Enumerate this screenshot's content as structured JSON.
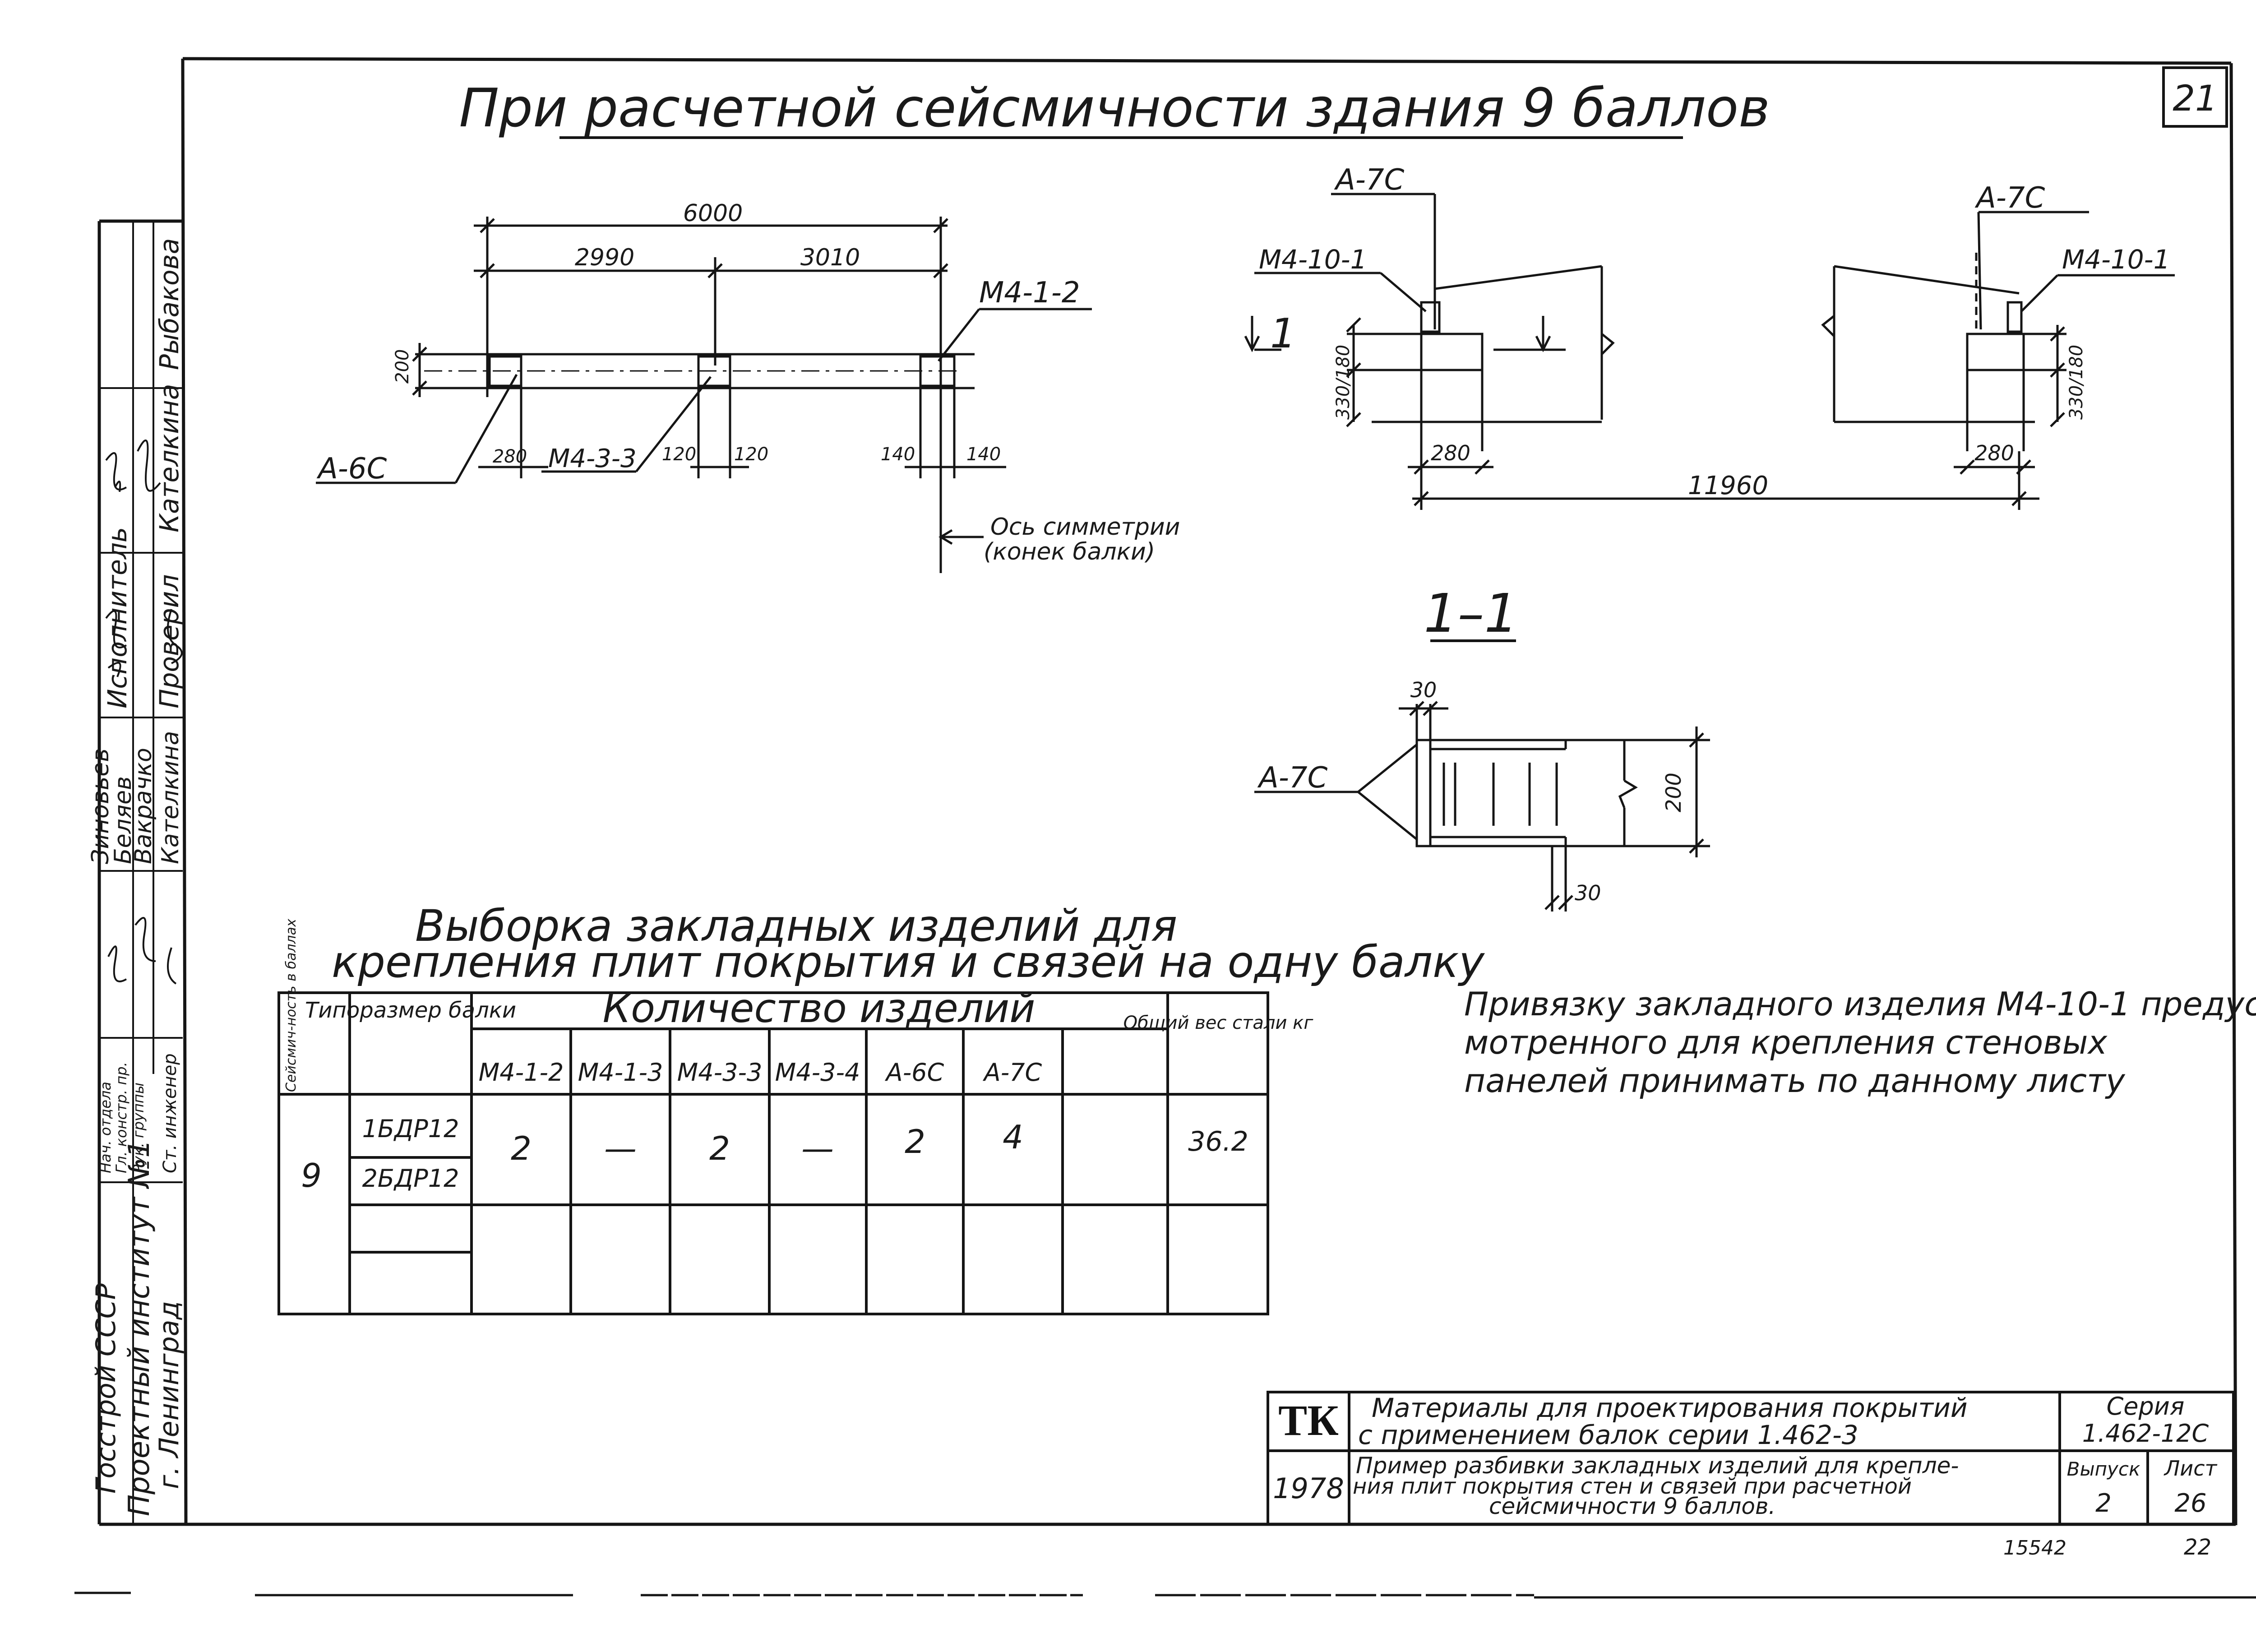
{
  "sheet_number": "21",
  "title": "При расчетной сейсмичности здания 9 баллов",
  "plan": {
    "dim_total": "6000",
    "dim_left": "2990",
    "dim_right": "3010",
    "dim_height": "200",
    "dim_280": "280",
    "dim_120a": "120",
    "dim_120b": "120",
    "dim_140a": "140",
    "dim_140b": "140",
    "label_m412": "М4-1-2",
    "label_a6c": "А-6С",
    "label_m433": "М4-3-3",
    "axis_line1": "Ось симметрии",
    "axis_line2": "(конек балки)"
  },
  "elevation": {
    "label_a7c_left": "А-7С",
    "label_a7c_right": "А-7С",
    "label_m4101_left": "М4-10-1",
    "label_m4101_right": "М4-10-1",
    "section_mark": "1",
    "dim_left_vert": "330/180",
    "dim_right_vert": "330/180",
    "dim_280_left": "280",
    "dim_280_right": "280",
    "dim_span": "11960"
  },
  "section": {
    "title": "1–1",
    "dim_30_top": "30",
    "dim_30_bottom": "30",
    "dim_200": "200",
    "label_a7c": "А-7С"
  },
  "note": [
    "Привязку закладного изделия М4-10-1 предус-",
    "мотренного для крепления стеновых",
    "панелей принимать по данному листу"
  ],
  "table": {
    "title_line1": "Выборка закладных изделий для",
    "title_line2": "крепления плит покрытия и связей на одну балку",
    "col_seismic": "Сейсмич-ность в баллах",
    "col_type": "Типоразмер балки",
    "col_qty_group": "Количество изделий",
    "cols": [
      "М4-1-2",
      "М4-1-3",
      "М4-3-3",
      "М4-3-4",
      "А-6С",
      "А-7С"
    ],
    "col_weight": "Общий вес стали кг",
    "row_seismic": "9",
    "row_types": [
      "1БДР12",
      "2БДР12"
    ],
    "row_values": [
      "2",
      "—",
      "2",
      "—",
      "2",
      "4"
    ],
    "row_weight": "36.2"
  },
  "title_block": {
    "tk": "ТК",
    "desc_line1": "Материалы для проектирования покрытий",
    "desc_line2": "с применением балок серии 1.462-3",
    "series_label": "Серия",
    "series_value": "1.462-12С",
    "year": "1978",
    "sheet_desc_line1": "Пример разбивки закладных изделий для крепле-",
    "sheet_desc_line2": "ния плит покрытия стен и связей при расчетной",
    "sheet_desc_line3": "сейсмичности 9 баллов.",
    "issue_label": "Выпуск",
    "issue_value": "2",
    "sheet_label": "Лист",
    "sheet_value": "26"
  },
  "footer": {
    "code": "15542",
    "page": "22"
  },
  "side_stamp": {
    "org1": "Госстрой СССР",
    "org2": "Проектный институт №1",
    "org3": "г. Ленинград",
    "roles": [
      "Нач. отдела",
      "Гл. констр. пр.",
      "Рук. группы",
      "Ст. инженер"
    ],
    "names": [
      "Зиновьев",
      "Беляев",
      "Вакрачко",
      "Кателкина"
    ],
    "cell_executed": "Исполнитель",
    "cell_checked": "Проверил",
    "names_top": [
      "Рыбакова",
      "Кателкина"
    ]
  }
}
